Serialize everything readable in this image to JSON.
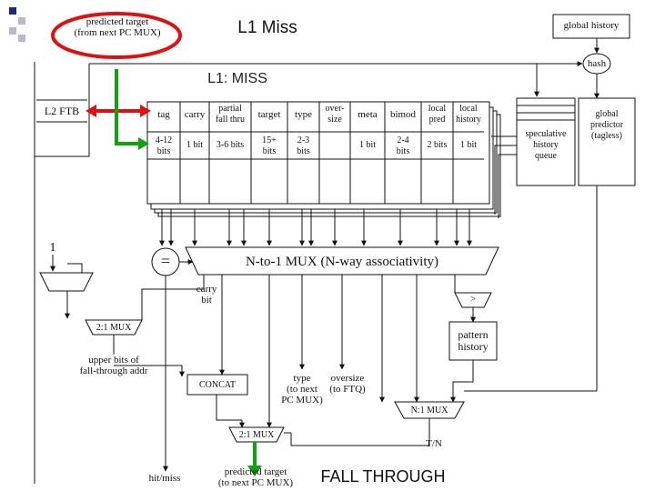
{
  "slide": {
    "title": "L1 Miss",
    "subtitle": "L1: MISS",
    "footer": "FALL THROUGH",
    "callout": "predicted target\n(from next PC MUX)"
  },
  "colors": {
    "bullet_blue": "#1f2a7a",
    "bullet_gray": "#b8b8cc",
    "callout_red": "#dd1111",
    "arrow_green": "#10a010",
    "line": "#111111"
  },
  "diagram": {
    "global_history": "global history",
    "hash": "hash",
    "l2_ftb": "L2 FTB",
    "table_headers": [
      "tag",
      "carry",
      "partial\nfall thru",
      "target",
      "type",
      "over-\nsize",
      "meta",
      "bimod",
      "local\npred",
      "local\nhistory"
    ],
    "table_sizes": [
      "4-12\nbits",
      "1 bit",
      "3-6 bits",
      "15+\nbits",
      "2-3\nbits",
      "",
      "1 bit",
      "2-4\nbits",
      "2 bits",
      "1 bit"
    ],
    "speculative_queue": "speculative\nhistory\nqueue",
    "global_predictor": "global\npredictor\n(tagless)",
    "const_one": "1",
    "equals": "=",
    "nway_mux": "N-to-1 MUX (N-way associativity)",
    "carry_bit": "carry\nbit",
    "gt": ">",
    "pattern_history": "pattern\nhistory",
    "mux_21_top": "2:1 MUX",
    "upper_bits": "upper bits of\nfall-through addr",
    "concat": "CONCAT",
    "type_out": "type\n(to next\nPC MUX)",
    "oversize_out": "oversize\n(to FTQ)",
    "nx1_mux": "N:1 MUX",
    "mux_21_bottom": "2:1 MUX",
    "tn": "T/N",
    "hit_miss": "hit/miss",
    "predicted_target_out": "predicted target\n(to next PC MUX)"
  }
}
